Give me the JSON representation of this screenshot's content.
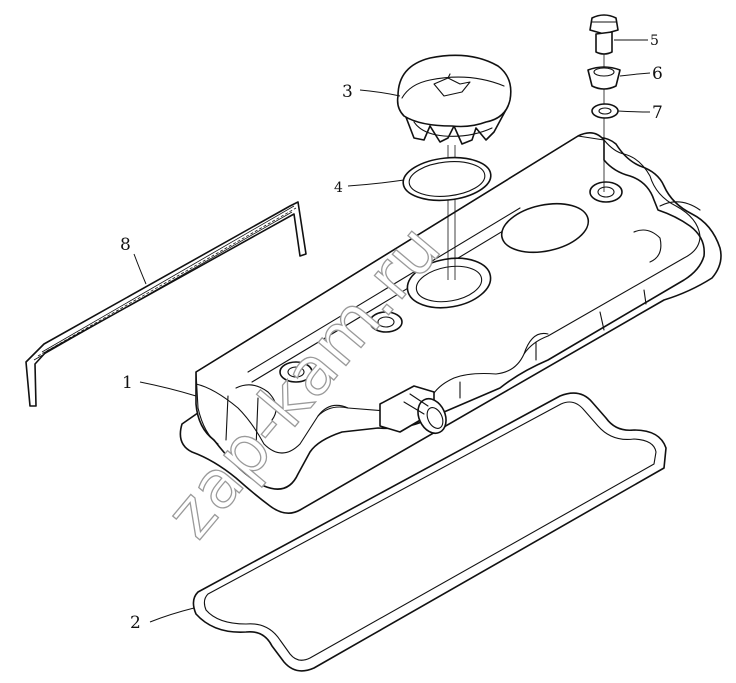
{
  "watermark": "zap-kam.ru",
  "callouts": [
    {
      "id": "1",
      "label": "1"
    },
    {
      "id": "2",
      "label": "2"
    },
    {
      "id": "3",
      "label": "3"
    },
    {
      "id": "4",
      "label": "4"
    },
    {
      "id": "5",
      "label": "5"
    },
    {
      "id": "6",
      "label": "6"
    },
    {
      "id": "7",
      "label": "7"
    },
    {
      "id": "8",
      "label": "8"
    }
  ]
}
